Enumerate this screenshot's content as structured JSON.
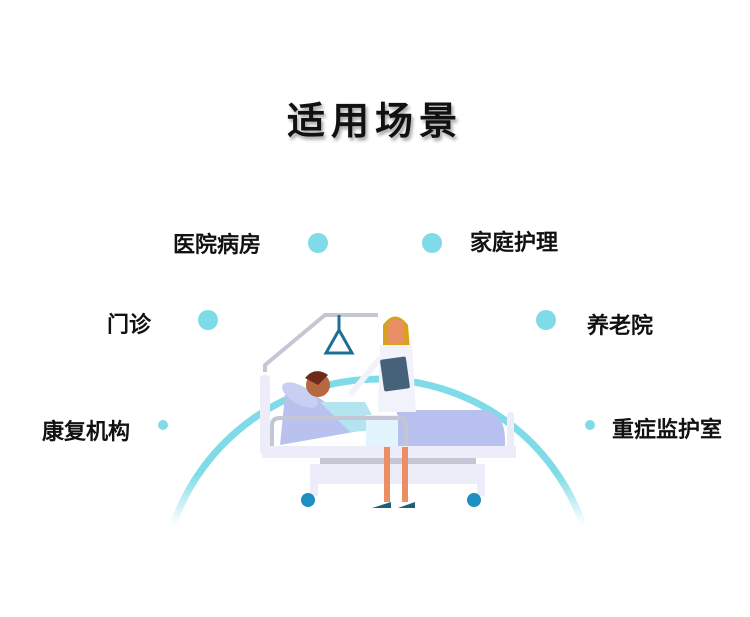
{
  "title": "适用场景",
  "scenarios": [
    "康复机构",
    "门诊",
    "医院病房",
    "家庭护理",
    "养老院",
    "重症监护室"
  ],
  "colors": {
    "arc": "#7fdbe8",
    "text": "#111111"
  }
}
